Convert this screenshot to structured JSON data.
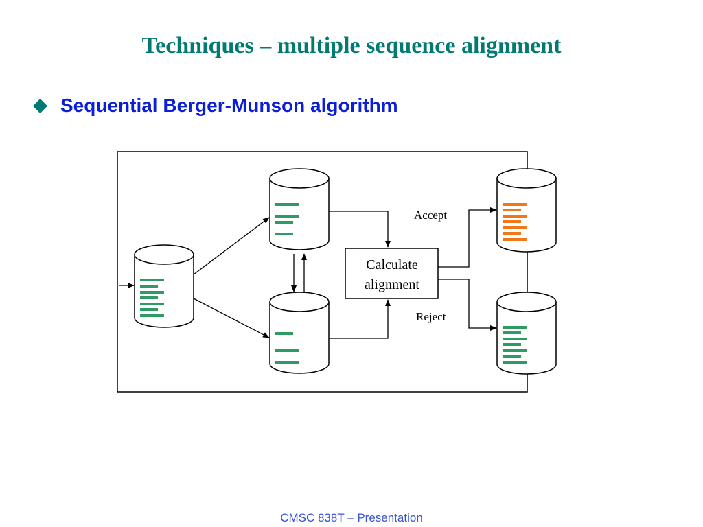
{
  "slide": {
    "title": "Techniques – multiple sequence alignment",
    "bullet": "Sequential Berger-Munson algorithm",
    "footer": "CMSC 838T – Presentation"
  },
  "diagram": {
    "process_box": {
      "line1": "Calculate",
      "line2": "alignment"
    },
    "labels": {
      "accept": "Accept",
      "reject": "Reject"
    },
    "colors": {
      "sequence_green": "#2e9a64",
      "sequence_orange": "#f07818",
      "title_teal": "#007a72",
      "bullet_blue": "#0b1fd8"
    }
  }
}
